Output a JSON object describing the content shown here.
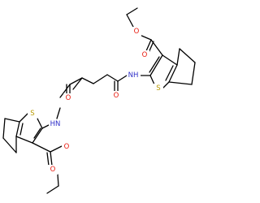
{
  "molecule": {
    "atom_colors": {
      "C": "#000000",
      "O": "#e8180c",
      "N": "#2e2ec8",
      "S": "#b89a00"
    },
    "labels": {
      "s_top": "S",
      "s_bottom": "S",
      "nh_top": "NH",
      "nh_bottom": "HN",
      "o_amide_top": "O",
      "o_amide_bottom": "O",
      "o_ester_carbonyl_top": "O",
      "o_ester_ether_top": "O",
      "o_ester_carbonyl_bottom": "O",
      "o_ester_ether_bottom": "O"
    }
  }
}
